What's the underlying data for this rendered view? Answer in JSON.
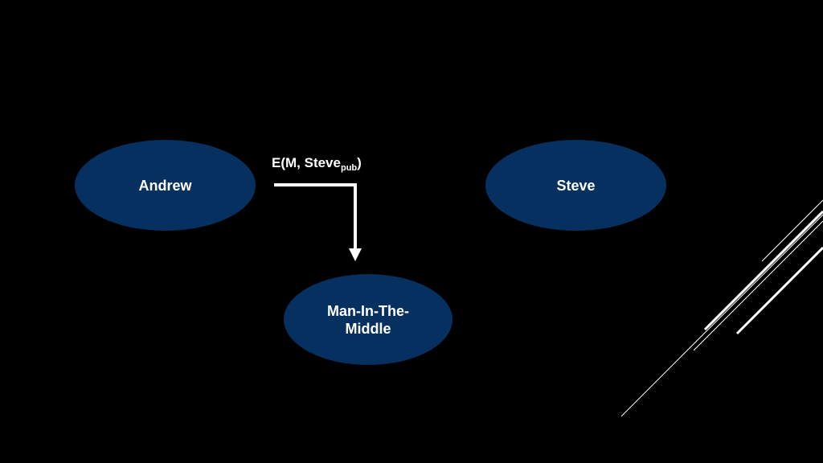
{
  "colors": {
    "background": "#000000",
    "node_fill": "#06305f",
    "text": "#ffffff",
    "line": "#ffffff"
  },
  "nodes": {
    "andrew": {
      "label": "Andrew"
    },
    "steve": {
      "label": "Steve"
    },
    "mitm": {
      "label": "Man-In-The-Middle"
    }
  },
  "message": {
    "prefix": "E(M, Steve",
    "subscript": "pub",
    "suffix": ")"
  },
  "arrow": {
    "from": "andrew",
    "to": "mitm",
    "style": "elbow"
  },
  "decoration": {
    "icon": "diagonal-lines-decoration"
  }
}
